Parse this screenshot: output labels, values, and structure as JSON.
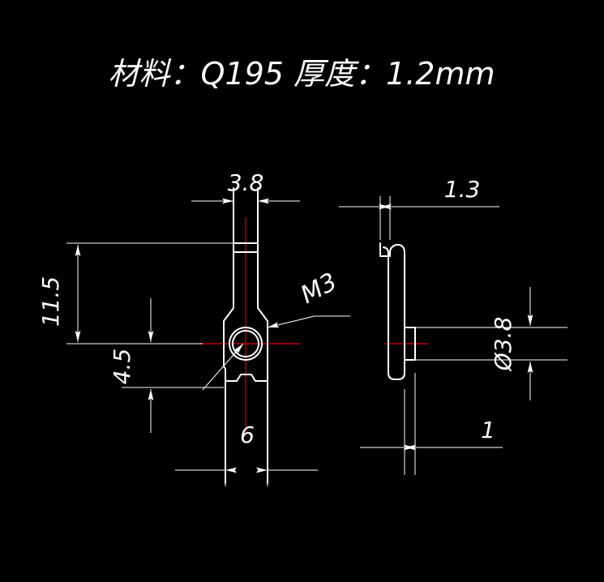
{
  "drawing": {
    "background_color": "#000000",
    "line_color": "#ffffff",
    "centerline_color": "#c00000",
    "title": "材料：Q195  厚度：1.2mm",
    "title_parts": {
      "material_label": "材料：",
      "material_value": "Q195",
      "thickness_label": "厚度：",
      "thickness_value": "1.2mm"
    }
  },
  "front_view": {
    "name": "front-view",
    "dimensions": {
      "top_width": "3.8",
      "height_upper": "11.5",
      "height_lower": "4.5",
      "bottom_width": "6"
    },
    "callouts": {
      "thread": "M3"
    }
  },
  "side_view": {
    "name": "side-view",
    "dimensions": {
      "flange_width": "1.3",
      "boss_width": "1",
      "hole_diameter": "Ø3.8"
    }
  },
  "labels": [
    {
      "id": "dim-3-8",
      "text": "3.8",
      "view": "front"
    },
    {
      "id": "dim-11-5",
      "text": "11.5",
      "view": "front"
    },
    {
      "id": "dim-4-5",
      "text": "4.5",
      "view": "front"
    },
    {
      "id": "dim-6",
      "text": "6",
      "view": "front"
    },
    {
      "id": "note-m3",
      "text": "M3",
      "view": "front"
    },
    {
      "id": "dim-1-3",
      "text": "1.3",
      "view": "side"
    },
    {
      "id": "dim-d3-8",
      "text": "Ø3.8",
      "view": "side"
    },
    {
      "id": "dim-1",
      "text": "1",
      "view": "side"
    }
  ]
}
